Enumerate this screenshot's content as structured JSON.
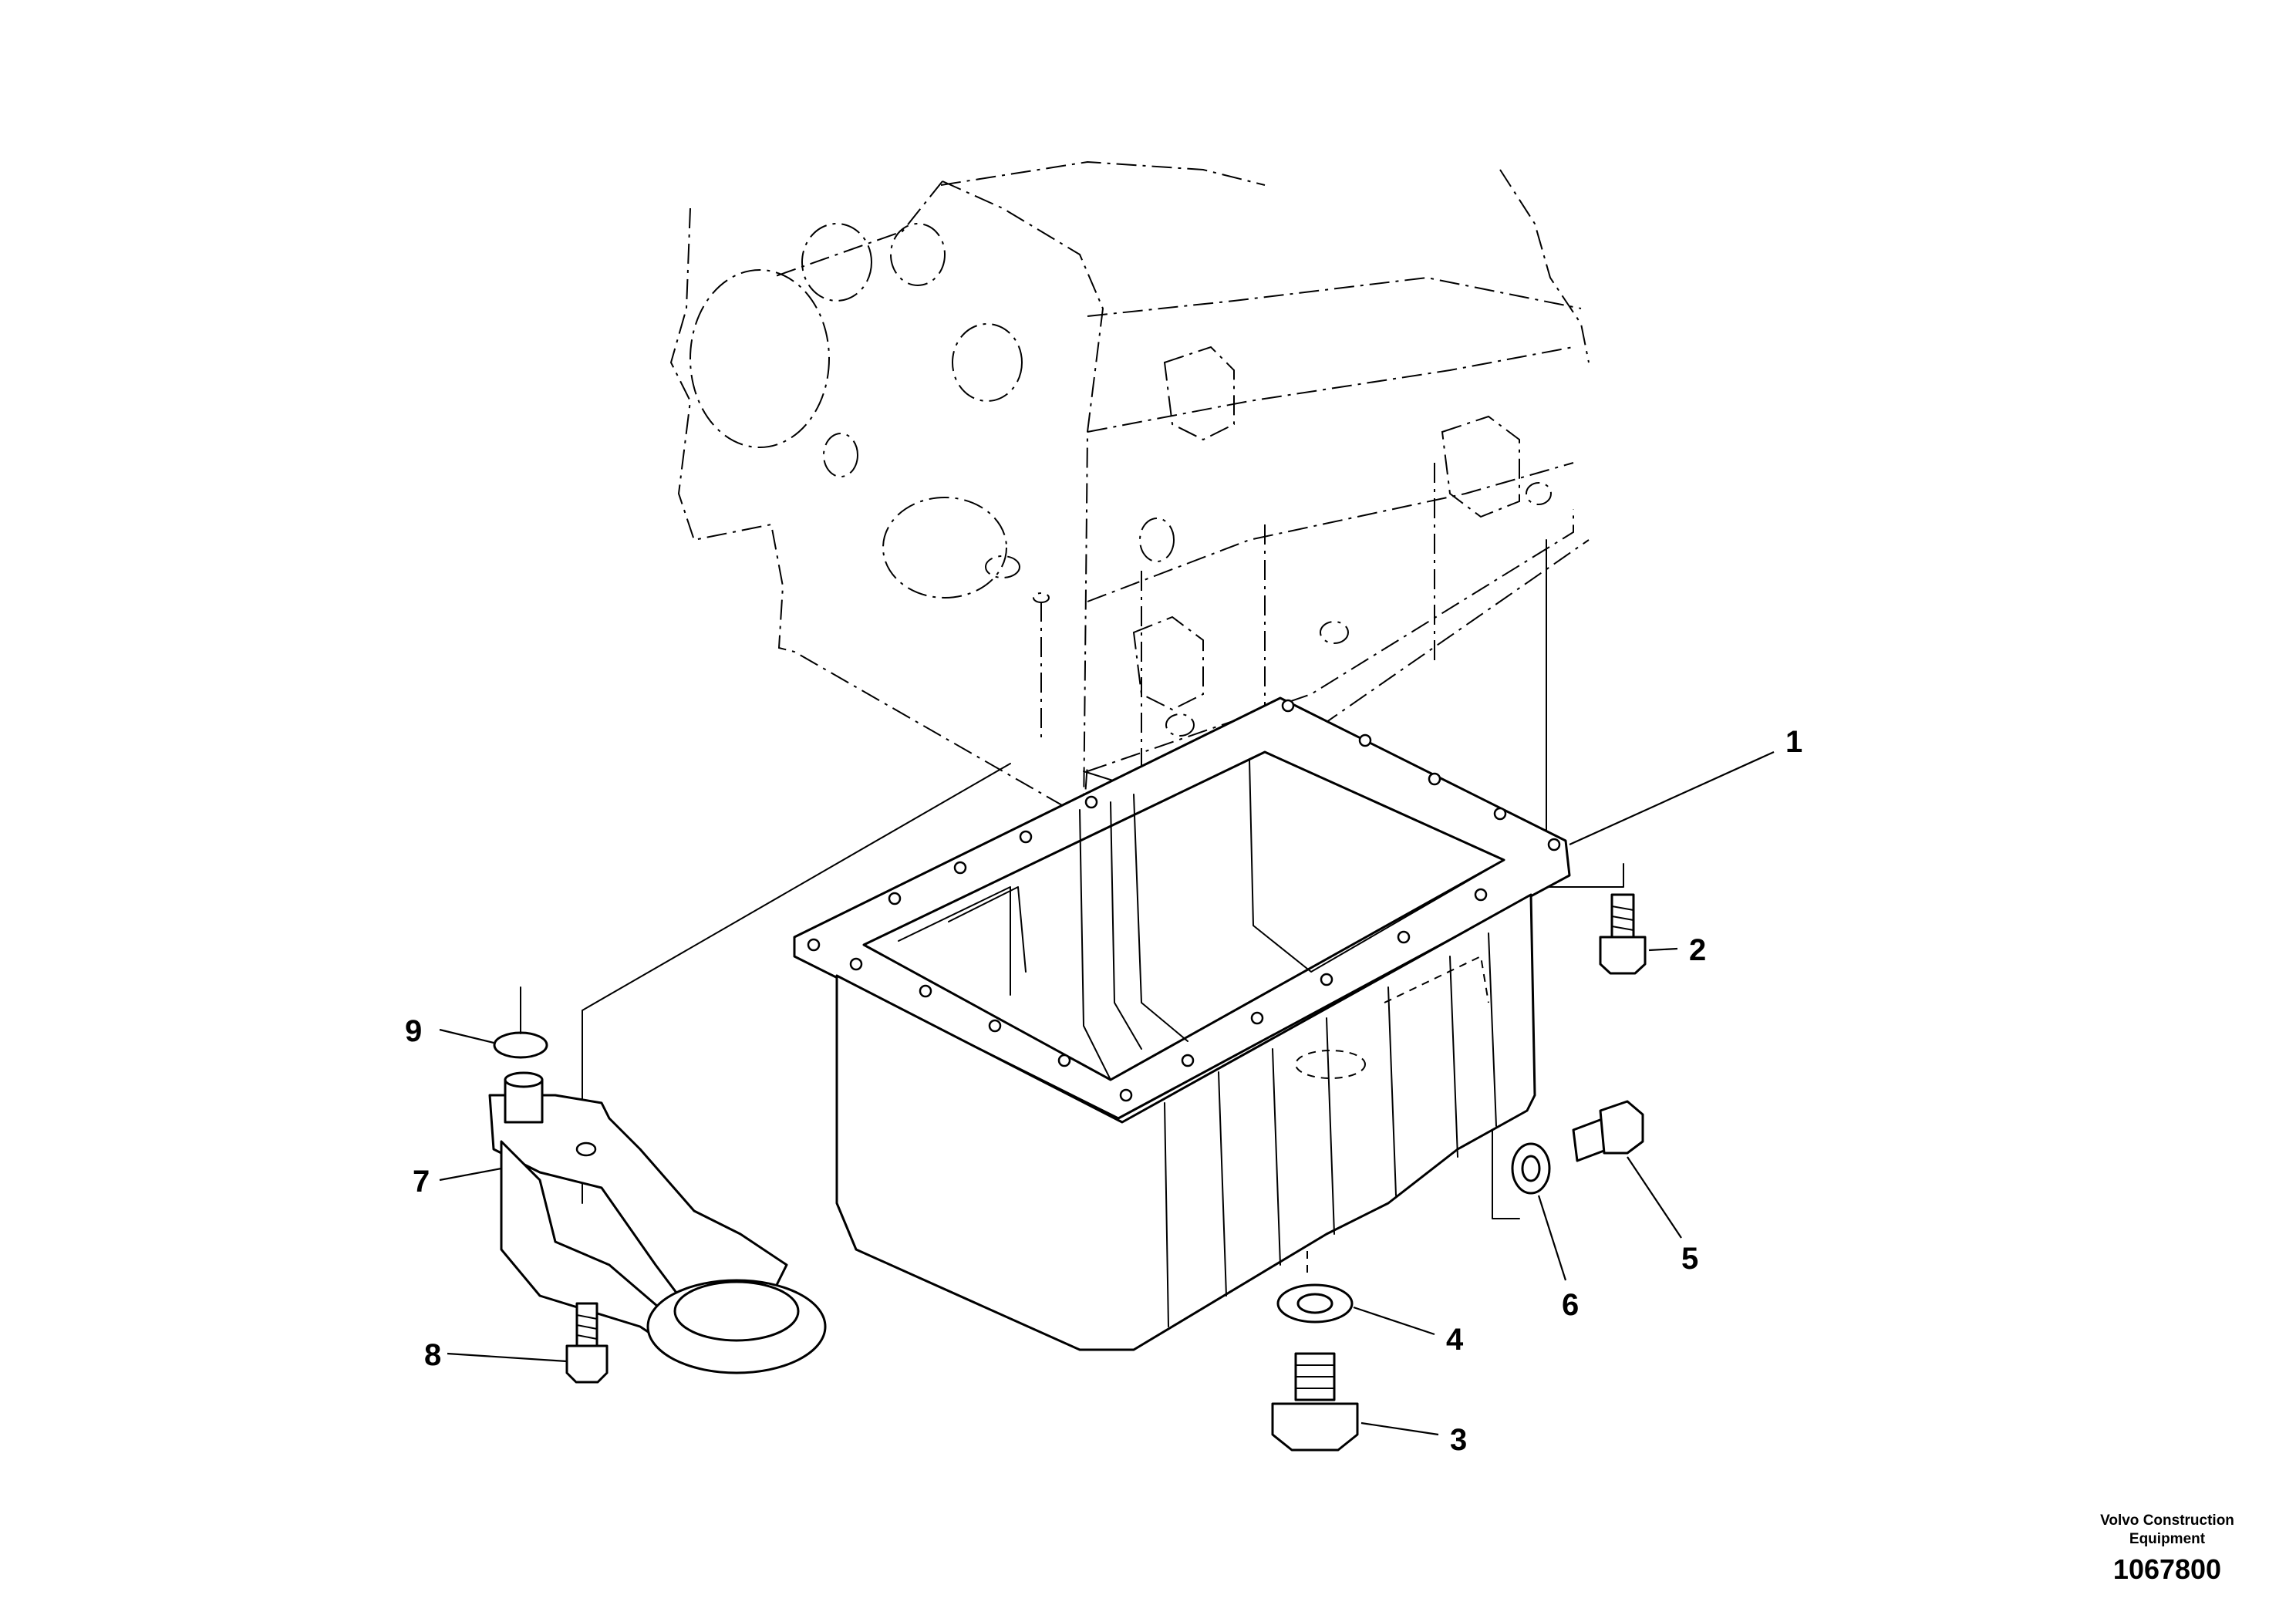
{
  "diagram": {
    "callouts": [
      "1",
      "2",
      "3",
      "4",
      "5",
      "6",
      "7",
      "8",
      "9"
    ]
  },
  "footer": {
    "company_line1": "Volvo Construction",
    "company_line2": "Equipment",
    "drawing_number": "1067800"
  }
}
